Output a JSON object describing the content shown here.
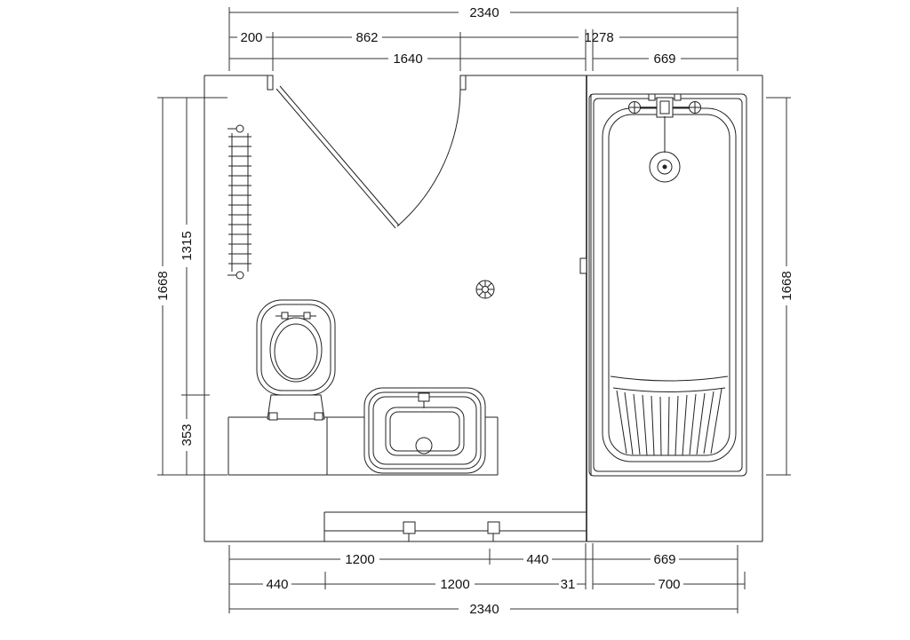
{
  "page": {
    "title": "Bathroom floor plan"
  },
  "colors": {
    "line": "#222222",
    "background": "#ffffff"
  },
  "dims": {
    "top_total": "2340",
    "top_row2": [
      "200",
      "862",
      "1278"
    ],
    "top_row3": [
      "1640",
      "669"
    ],
    "left_outer": "1668",
    "left_inner": [
      "1315",
      "353"
    ],
    "right_outer": "1668",
    "bottom_row1": [
      "1200",
      "440",
      "669"
    ],
    "bottom_row2": [
      "440",
      "1200",
      "31",
      "700"
    ],
    "bottom_total": "2340"
  }
}
